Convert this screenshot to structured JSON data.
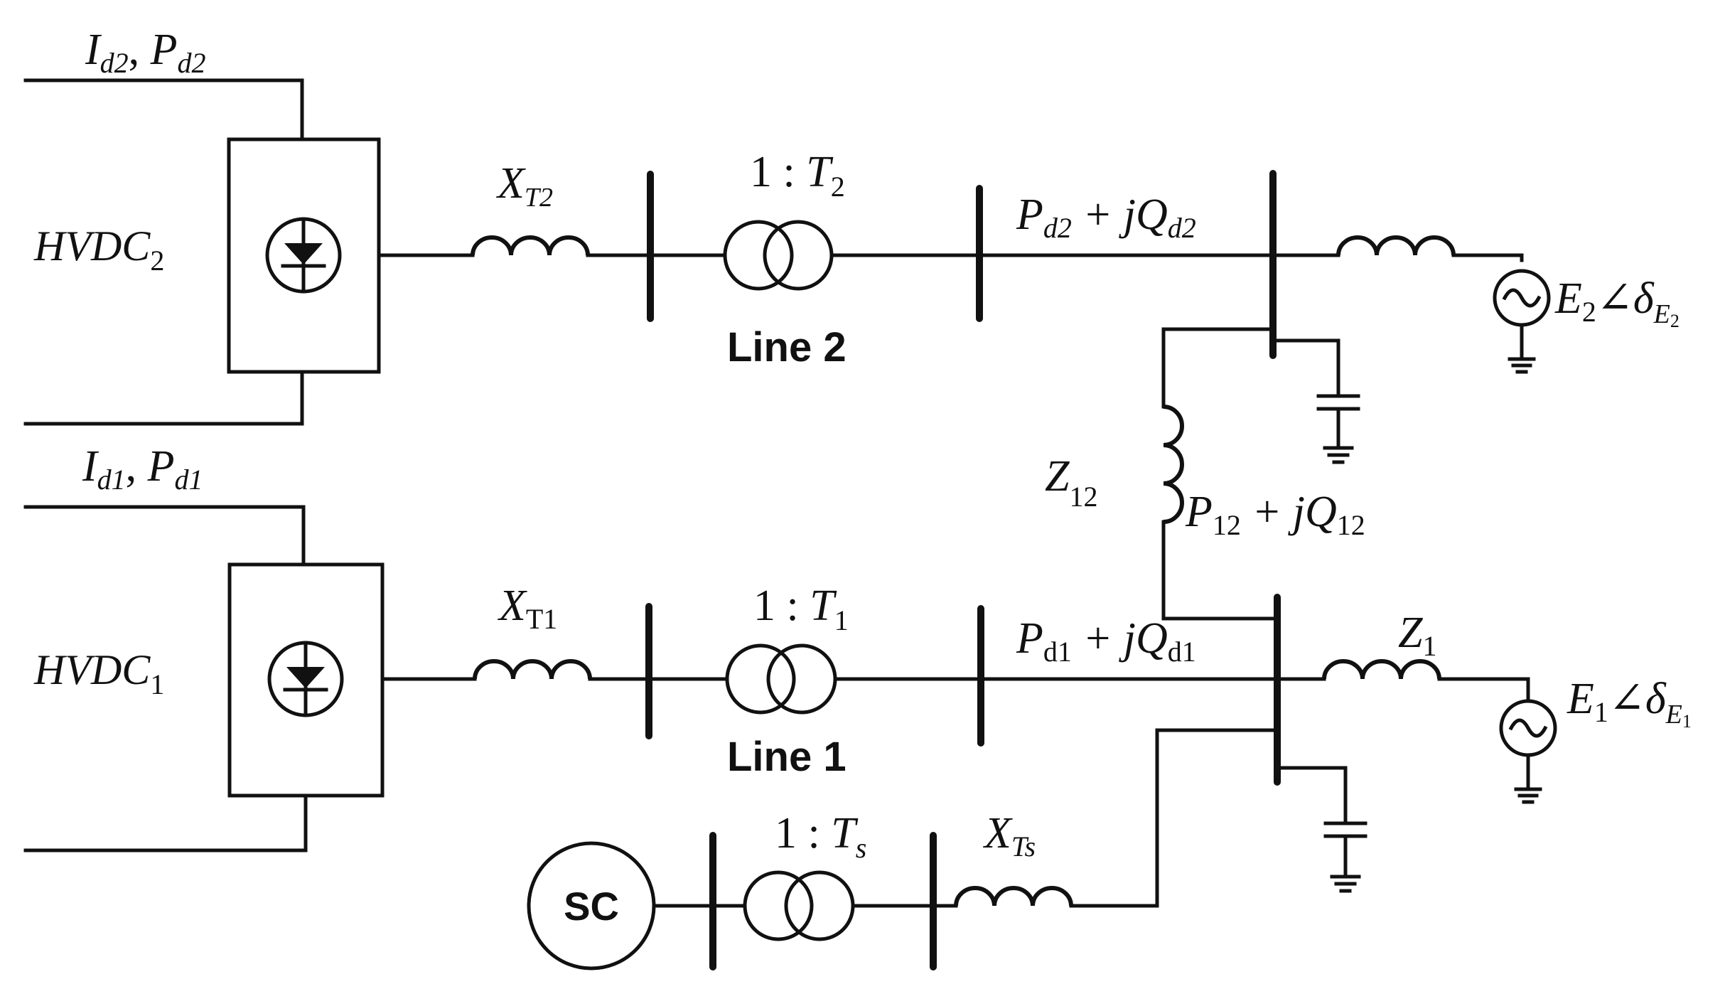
{
  "hvdc2": {
    "name": "HVDC",
    "sub": "2",
    "current_label": "I",
    "current_sub": "d2",
    "power_label": "P",
    "power_sub": "d2"
  },
  "hvdc1": {
    "name": "HVDC",
    "sub": "1",
    "current_label": "I",
    "current_sub": "d1",
    "power_label": "P",
    "power_sub": "d1"
  },
  "line2": {
    "title": "Line 2",
    "reactance": {
      "sym": "X",
      "sub": "T2"
    },
    "transformer": {
      "prefix": "1 : ",
      "sym": "T",
      "sub": "2"
    },
    "flow": {
      "p": "P",
      "p_sub": "d2",
      "mid": " + j",
      "q": "Q",
      "q_sub": "d2"
    },
    "source": {
      "sym": "E",
      "sub": "2",
      "angle": "∠δ",
      "angle_sub": "E",
      "angle_sub2": "2"
    }
  },
  "line1": {
    "title": "Line 1",
    "reactance": {
      "sym": "X",
      "sub": "T1"
    },
    "transformer": {
      "prefix": "1 : ",
      "sym": "T",
      "sub": "1"
    },
    "flow": {
      "p": "P",
      "p_sub": "d1",
      "mid": " + j",
      "q": "Q",
      "q_sub": "d1"
    },
    "impedance": {
      "sym": "Z",
      "sub": "1"
    },
    "source": {
      "sym": "E",
      "sub": "1",
      "angle": "∠δ",
      "angle_sub": "E",
      "angle_sub2": "1"
    }
  },
  "tie": {
    "impedance": {
      "sym": "Z",
      "sub": "12"
    },
    "flow": {
      "p": "P",
      "p_sub": "12",
      "mid": " + j",
      "q": "Q",
      "q_sub": "12"
    }
  },
  "sc": {
    "label": "SC",
    "transformer": {
      "prefix": "1 : ",
      "sym": "T",
      "sub": "s"
    },
    "reactance": {
      "sym": "X",
      "sub": "Ts"
    }
  }
}
